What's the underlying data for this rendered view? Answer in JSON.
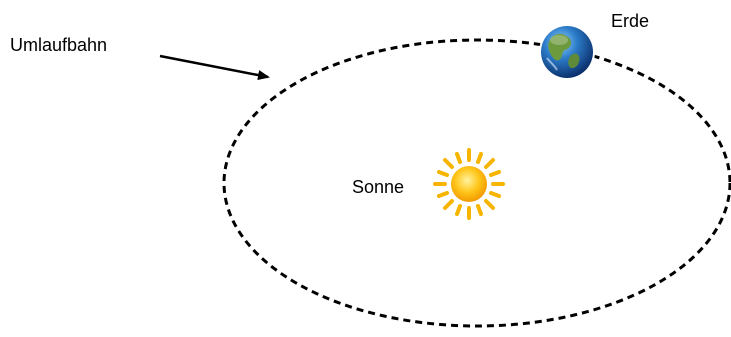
{
  "labels": {
    "orbit": "Umlaufbahn",
    "sun": "Sonne",
    "earth": "Erde"
  },
  "icons": {
    "sun": "sun-icon",
    "earth": "earth-globe-icon",
    "arrow": "arrow-pointer"
  },
  "colors": {
    "orbit_line": "#000000",
    "sun_core": "#FFC107",
    "sun_rays": "#F5B800",
    "earth_ocean": "#1E5FA8",
    "earth_land": "#5E8A3A",
    "text": "#000000"
  }
}
